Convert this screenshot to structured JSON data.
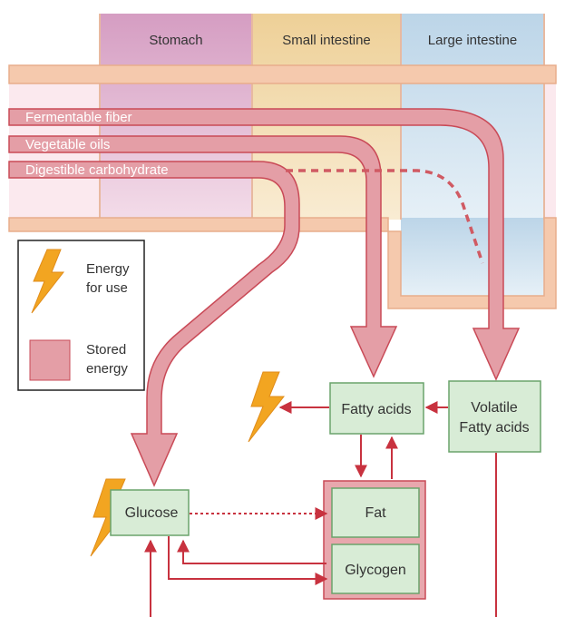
{
  "regions": {
    "stomach": "Stomach",
    "small_intestine": "Small intestine",
    "large_intestine": "Large intestine"
  },
  "pathways": {
    "fermentable_fiber": "Fermentable fiber",
    "vegetable_oils": "Vegetable oils",
    "digestible_carbohydrate": "Digestible carbohydrate"
  },
  "legend": {
    "energy_line1": "Energy",
    "energy_line2": "for use",
    "stored_line1": "Stored",
    "stored_line2": "energy"
  },
  "boxes": {
    "fatty_acids": "Fatty acids",
    "volatile_line1": "Volatile",
    "volatile_line2": "Fatty acids",
    "glucose": "Glucose",
    "fat": "Fat",
    "glycogen": "Glycogen"
  },
  "colors": {
    "stomach": "#d9a5c6",
    "small_intestine": "#f0d7a5",
    "large_intestine": "#c7dceb",
    "gut_wall": "#f5c9ad",
    "pathway_fill": "#e49ea6",
    "pathway_stroke": "#c94a57",
    "box_fill": "#d8ecd6",
    "box_stroke": "#6aa36c",
    "arrow": "#c8323f",
    "energy_bolt": "#f2a521"
  }
}
